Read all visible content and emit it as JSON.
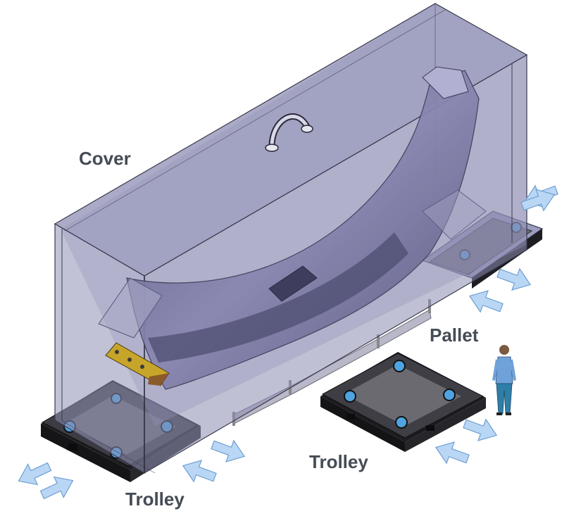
{
  "labels": {
    "cover": "Cover",
    "pallet": "Pallet",
    "trolley_left": "Trolley",
    "trolley_right": "Trolley"
  },
  "colors": {
    "cover_fill": "#8f8fb4",
    "cover_edge": "#3a3a4e",
    "part_fill": "#6f6e96",
    "part_dark": "#4e4d72",
    "trolley_dark": "#1e1e22",
    "trolley_top": "#6b6b70",
    "caster": "#4fa3e0",
    "arrow_fill": "#b9d7f5",
    "arrow_edge": "#6f9fd0",
    "label_text": "#454c55",
    "person_shirt": "#6fa2d8",
    "person_pants": "#2e7ea8"
  },
  "icons": [
    "double-arrow-icon",
    "handle-icon",
    "person-icon",
    "caster-icon"
  ]
}
